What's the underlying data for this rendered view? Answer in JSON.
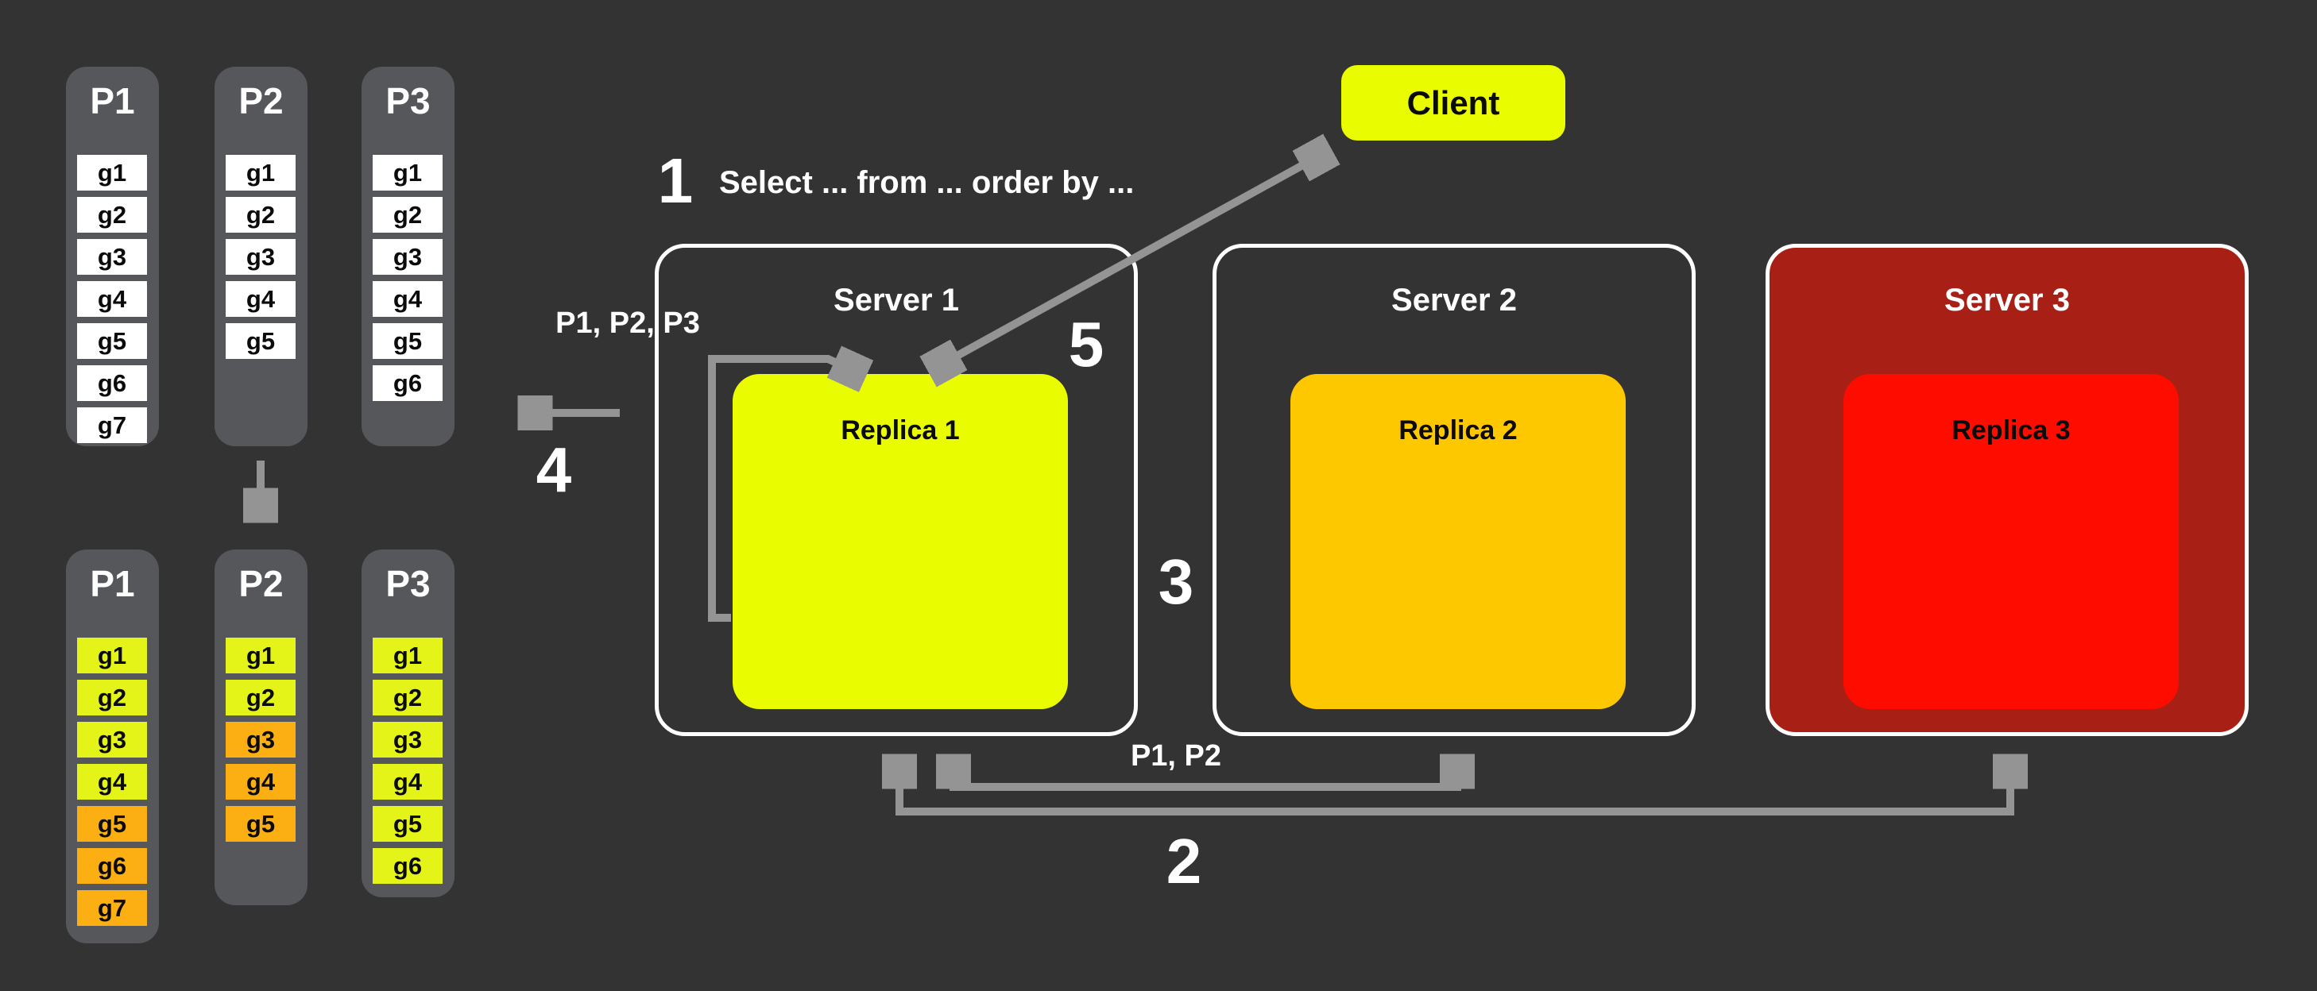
{
  "palette": {
    "background": "#333333",
    "panel_gray": "#56575a",
    "arrow_gray": "#949494",
    "white_cell": "#ffffff",
    "bright_yellow": "#eafc00",
    "cell_yellow": "#e4f318",
    "cell_orange": "#fbaf12",
    "amber_orange": "#fec800",
    "dark_red": "#a82015",
    "bright_red": "#fe0c00"
  },
  "groups": {
    "before": {
      "columns": [
        {
          "title": "P1",
          "cells": [
            {
              "label": "g1",
              "color": "white"
            },
            {
              "label": "g2",
              "color": "white"
            },
            {
              "label": "g3",
              "color": "white"
            },
            {
              "label": "g4",
              "color": "white"
            },
            {
              "label": "g5",
              "color": "white"
            },
            {
              "label": "g6",
              "color": "white"
            },
            {
              "label": "g7",
              "color": "white"
            }
          ]
        },
        {
          "title": "P2",
          "cells": [
            {
              "label": "g1",
              "color": "white"
            },
            {
              "label": "g2",
              "color": "white"
            },
            {
              "label": "g3",
              "color": "white"
            },
            {
              "label": "g4",
              "color": "white"
            },
            {
              "label": "g5",
              "color": "white"
            }
          ]
        },
        {
          "title": "P3",
          "cells": [
            {
              "label": "g1",
              "color": "white"
            },
            {
              "label": "g2",
              "color": "white"
            },
            {
              "label": "g3",
              "color": "white"
            },
            {
              "label": "g4",
              "color": "white"
            },
            {
              "label": "g5",
              "color": "white"
            },
            {
              "label": "g6",
              "color": "white"
            }
          ]
        }
      ]
    },
    "after": {
      "columns": [
        {
          "title": "P1",
          "cells": [
            {
              "label": "g1",
              "color": "yellow"
            },
            {
              "label": "g2",
              "color": "yellow"
            },
            {
              "label": "g3",
              "color": "yellow"
            },
            {
              "label": "g4",
              "color": "yellow"
            },
            {
              "label": "g5",
              "color": "orange"
            },
            {
              "label": "g6",
              "color": "orange"
            },
            {
              "label": "g7",
              "color": "orange"
            }
          ]
        },
        {
          "title": "P2",
          "cells": [
            {
              "label": "g1",
              "color": "yellow"
            },
            {
              "label": "g2",
              "color": "yellow"
            },
            {
              "label": "g3",
              "color": "orange"
            },
            {
              "label": "g4",
              "color": "orange"
            },
            {
              "label": "g5",
              "color": "orange"
            }
          ]
        },
        {
          "title": "P3",
          "cells": [
            {
              "label": "g1",
              "color": "yellow"
            },
            {
              "label": "g2",
              "color": "yellow"
            },
            {
              "label": "g3",
              "color": "yellow"
            },
            {
              "label": "g4",
              "color": "yellow"
            },
            {
              "label": "g5",
              "color": "yellow"
            },
            {
              "label": "g6",
              "color": "yellow"
            }
          ]
        }
      ]
    }
  },
  "client": {
    "label": "Client"
  },
  "servers": [
    {
      "title": "Server 1",
      "replica": "Replica 1"
    },
    {
      "title": "Server 2",
      "replica": "Replica 2"
    },
    {
      "title": "Server 3",
      "replica": "Replica 3"
    }
  ],
  "steps": {
    "n1": "1",
    "query": "Select ... from ... order by ...",
    "n2": "2",
    "n3": "3",
    "n4": "4",
    "n5": "5",
    "fan_label": "P1, P2, P3",
    "replicate_label": "P1, P2"
  }
}
